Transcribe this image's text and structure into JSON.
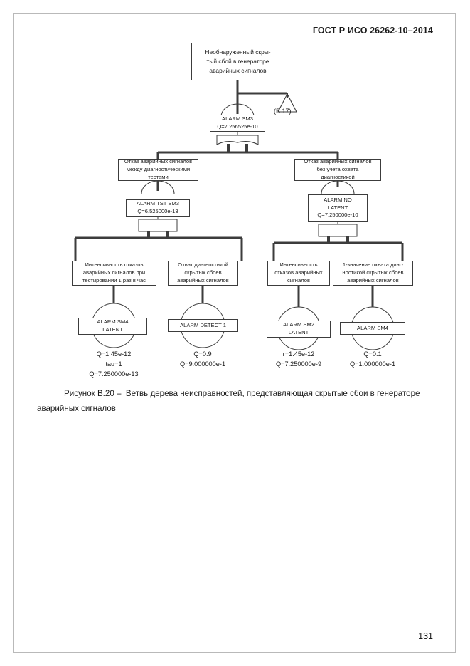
{
  "document": {
    "standard_header": "ГОСТ Р ИСО 26262-10–2014",
    "page_number": "131",
    "caption_lead": "Рисунок В.20 –",
    "caption_text": "Ветвь дерева неисправностей, представляющая скрытые сбои в генераторе аварийных сигналов"
  },
  "diagram": {
    "type": "fault-tree",
    "transfer_tag": "(В.17)",
    "top_event": {
      "lines": [
        "Необнаруженный скры-",
        "тый сбой в генераторе",
        "аварийных сигналов"
      ]
    },
    "gate_sm3": {
      "lines": [
        "ALARM SM3",
        "Q=7.256525e-10"
      ]
    },
    "mid_left": {
      "lines": [
        "Отказ аварийных сигналов",
        "между диагностическими",
        "тестами"
      ]
    },
    "mid_right": {
      "lines": [
        "Отказ аварийных сигналов",
        "без учета охвата",
        "диагностикой"
      ]
    },
    "gate_tst_sm3": {
      "lines": [
        "ALARM TST SM3",
        "Q=6.525000e-13"
      ]
    },
    "gate_no_latent": {
      "lines": [
        "ALARM NO",
        "LATENT",
        "Q=7.250000e-10"
      ]
    },
    "desc_1": {
      "lines": [
        "Интенсивность отказов",
        "аварийных сигналов при",
        "тестировании 1 раз в час"
      ]
    },
    "desc_2": {
      "lines": [
        "Охват диагностикой",
        "скрытых сбоев",
        "аварийных сигналов"
      ]
    },
    "desc_3": {
      "lines": [
        "Интенсивность",
        "отказов аварийных",
        "сигналов"
      ]
    },
    "desc_4": {
      "lines": [
        "1-значение охвата диаг-",
        "ностикой  скрытых сбоев",
        "аварийных сигналов"
      ]
    },
    "basic_1": {
      "lines": [
        "ALARM SM4",
        "LATENT"
      ]
    },
    "basic_2": {
      "lines": [
        "ALARM DETECT 1"
      ]
    },
    "basic_3": {
      "lines": [
        "ALARM SM2",
        "LATENT"
      ]
    },
    "basic_4": {
      "lines": [
        "ALARM SM4"
      ]
    },
    "values_1": {
      "lines": [
        "Q=1.45e-12",
        "tau=1",
        "Q=7.250000e-13"
      ]
    },
    "values_2": {
      "lines": [
        "Q=0.9",
        "Q=9.000000e-1"
      ]
    },
    "values_3": {
      "lines": [
        "r=1.45e-12",
        "Q=7.250000e-9"
      ]
    },
    "values_4": {
      "lines": [
        "Q=0.1",
        "Q=1.000000e-1"
      ]
    }
  }
}
